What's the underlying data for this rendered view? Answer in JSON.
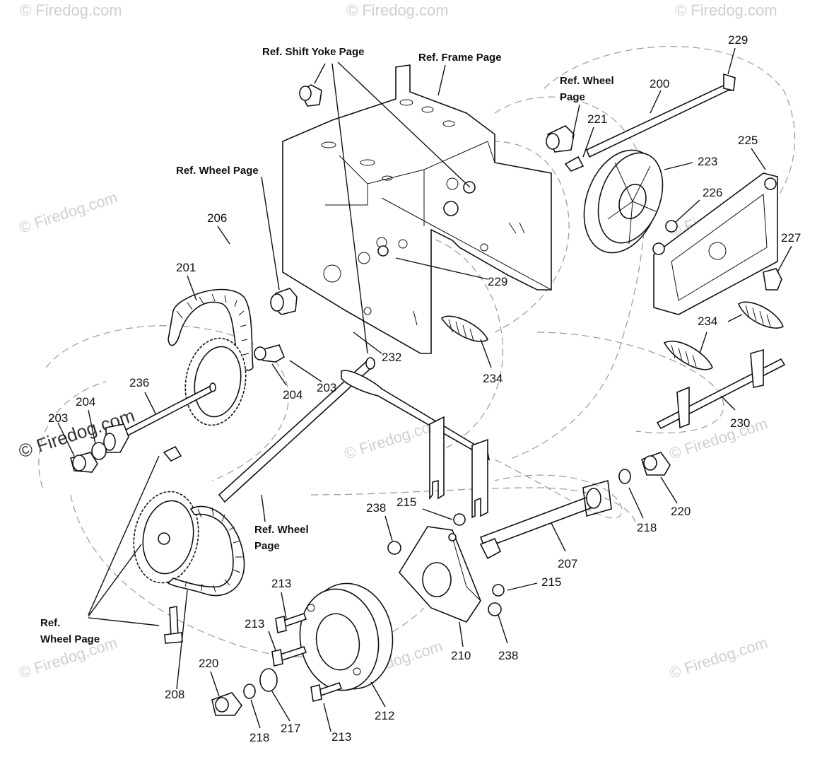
{
  "watermark": {
    "text": "© Firedog.com",
    "short": "©"
  },
  "references": {
    "shift_yoke": "Ref. Shift Yoke Page",
    "frame": "Ref. Frame Page",
    "wheel_top_line1": "Ref. Wheel",
    "wheel_top_line2": "Page",
    "wheel_left": "Ref. Wheel Page",
    "wheel_mid_line1": "Ref. Wheel",
    "wheel_mid_line2": "Page",
    "wheel_bottom_line1": "Ref.",
    "wheel_bottom_line2": "Wheel Page"
  },
  "part_numbers": {
    "p229_top": "229",
    "p200": "200",
    "p221": "221",
    "p223": "223",
    "p225": "225",
    "p226": "226",
    "p227": "227",
    "p206": "206",
    "p201": "201",
    "p229_mid": "229",
    "p234_right": "234",
    "p234_mid": "234",
    "p232": "232",
    "p204_right": "204",
    "p203_right": "203",
    "p236": "236",
    "p204_left": "204",
    "p203_left": "203",
    "p230": "230",
    "p220_right": "220",
    "p218_right": "218",
    "p238_top": "238",
    "p215_top": "215",
    "p207": "207",
    "p215_right": "215",
    "p238_right": "238",
    "p210": "210",
    "p213_a": "213",
    "p213_b": "213",
    "p213_c": "213",
    "p212": "212",
    "p208": "208",
    "p220_bottom": "220",
    "p218_bottom": "218",
    "p217": "217"
  }
}
